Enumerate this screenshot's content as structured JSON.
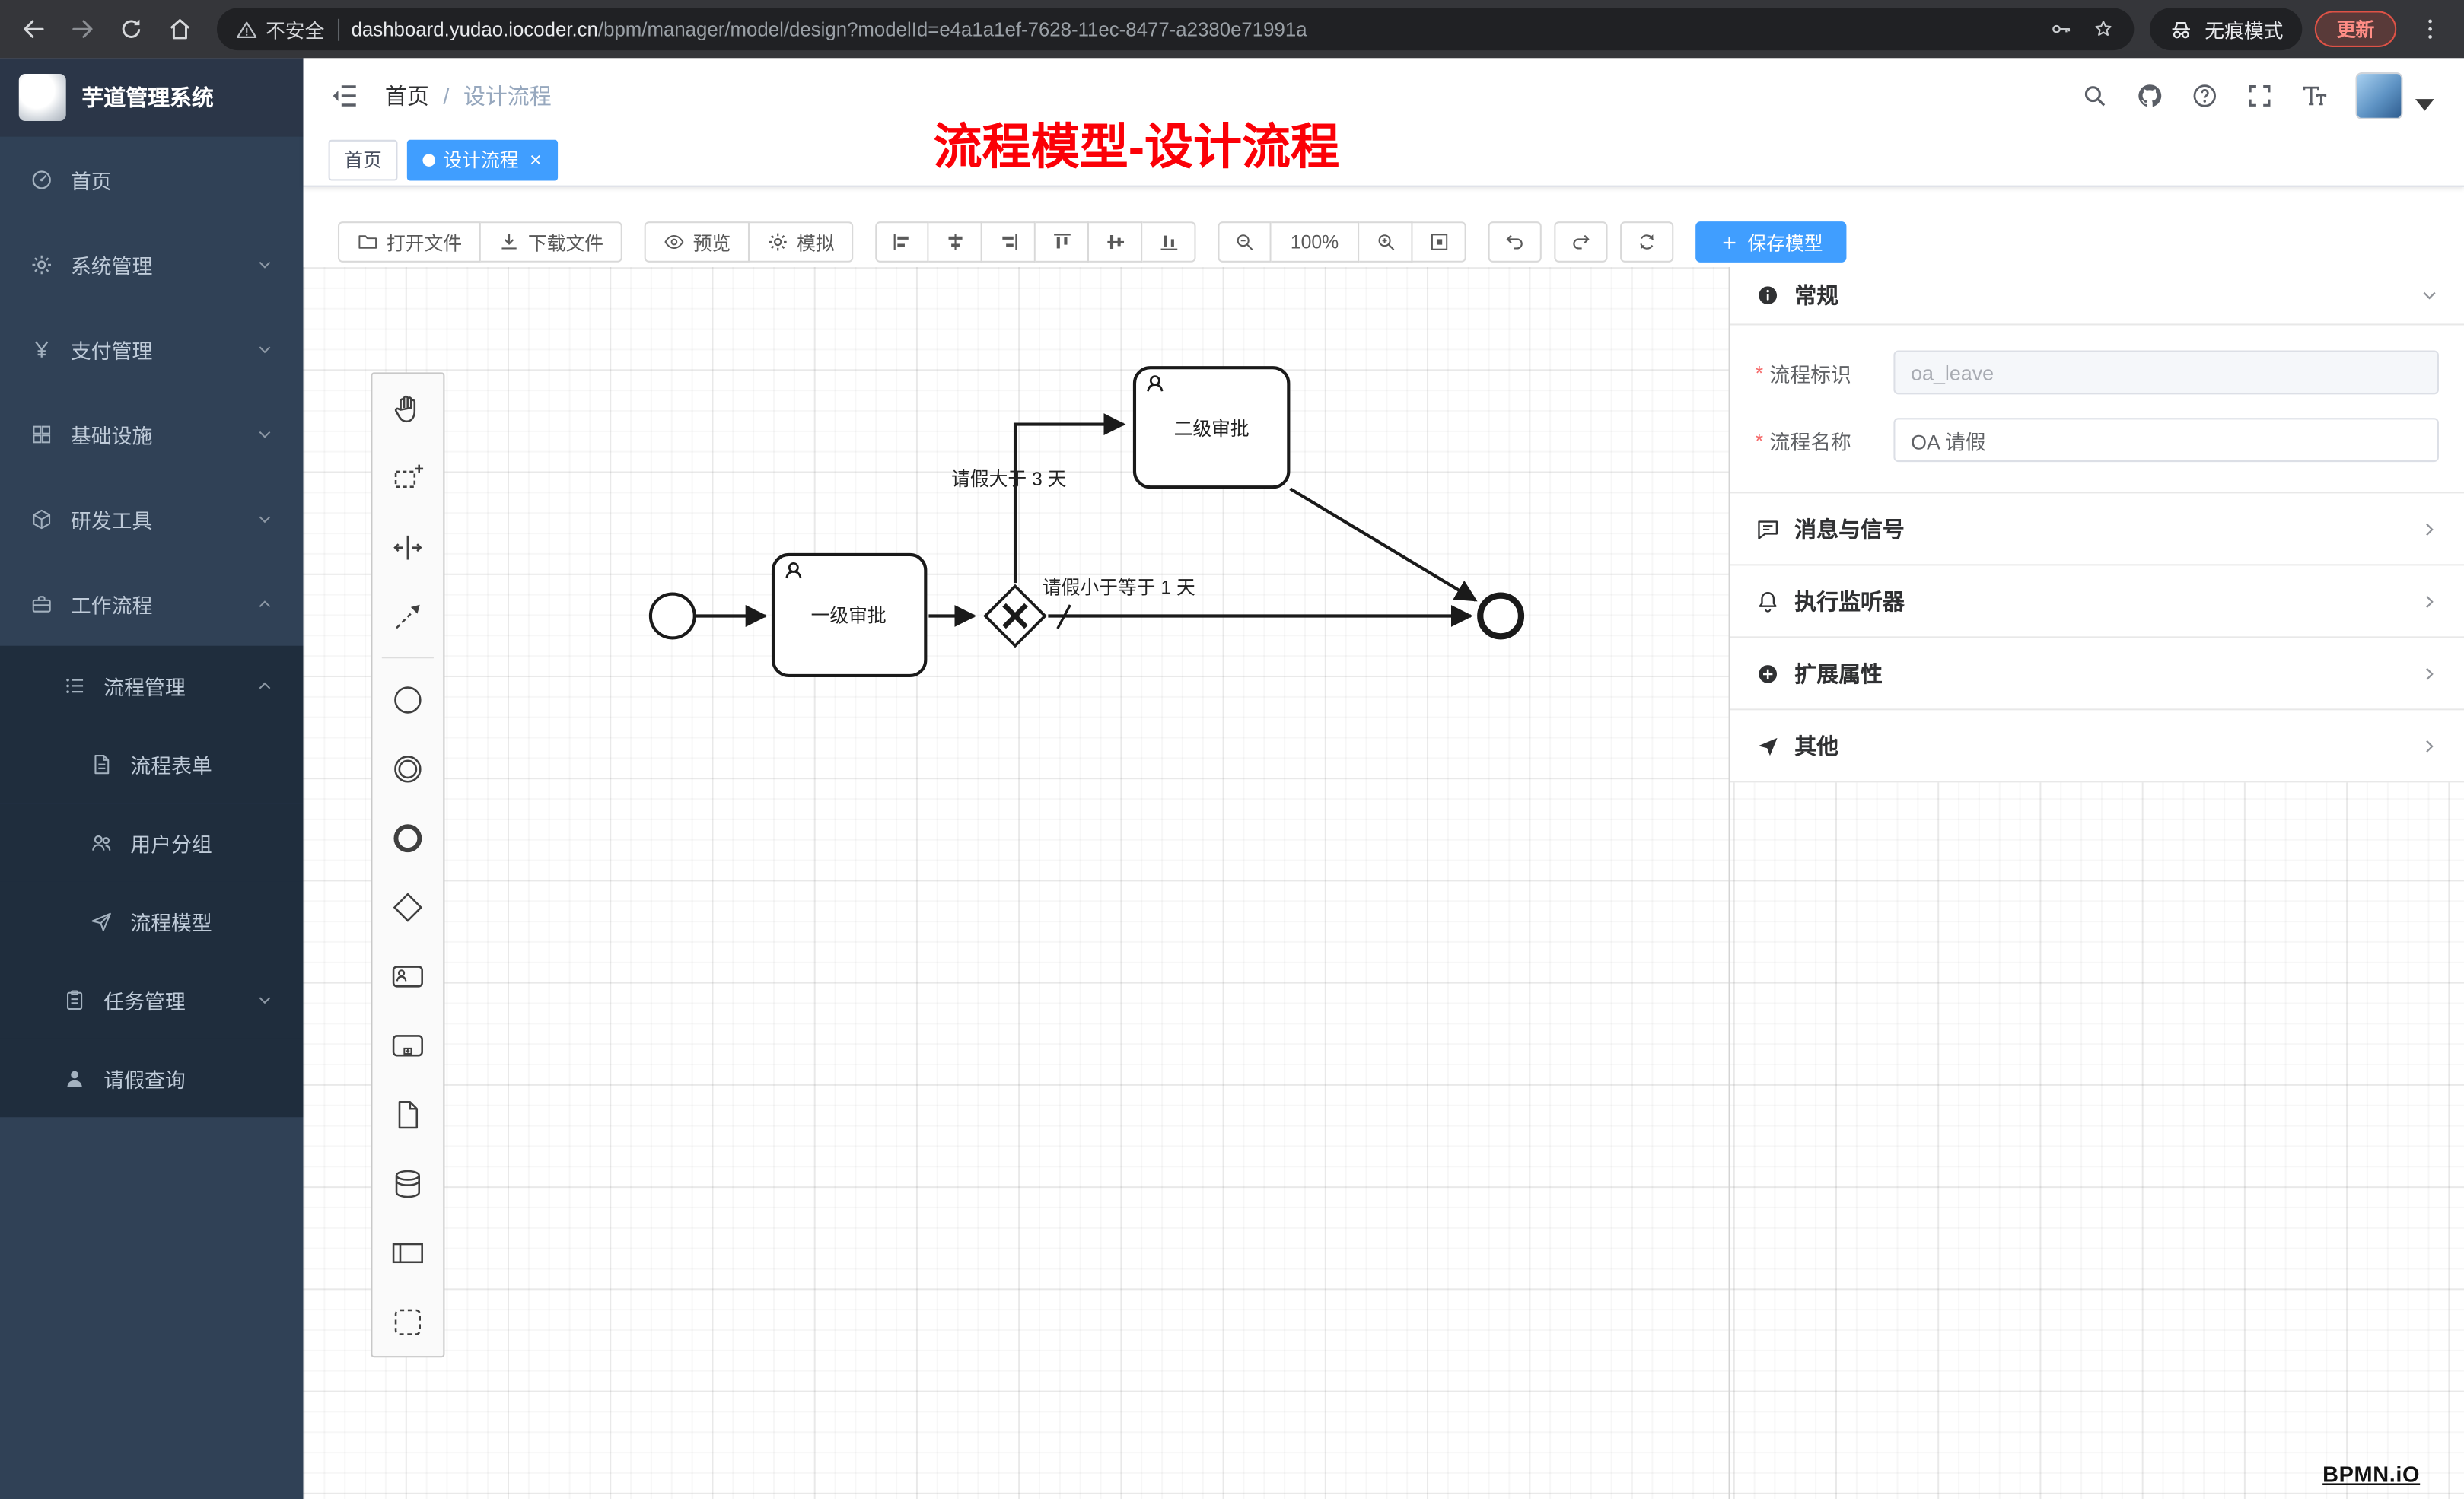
{
  "browser": {
    "security_label": "不安全",
    "url_host": "dashboard.yudao.iocoder.cn",
    "url_path": "/bpm/manager/model/design?modelId=e4a1a1ef-7628-11ec-8477-a2380e71991a",
    "incognito_label": "无痕模式",
    "update_label": "更新"
  },
  "app": {
    "title": "芋道管理系统"
  },
  "sidebar": {
    "items": [
      {
        "label": "首页"
      },
      {
        "label": "系统管理"
      },
      {
        "label": "支付管理"
      },
      {
        "label": "基础设施"
      },
      {
        "label": "研发工具"
      },
      {
        "label": "工作流程"
      },
      {
        "label": "流程管理"
      },
      {
        "label": "流程表单"
      },
      {
        "label": "用户分组"
      },
      {
        "label": "流程模型"
      },
      {
        "label": "任务管理"
      },
      {
        "label": "请假查询"
      }
    ]
  },
  "navbar": {
    "breadcrumb_home": "首页",
    "breadcrumb_separator": "/",
    "breadcrumb_current": "设计流程"
  },
  "tabs": {
    "home": "首页",
    "active": "设计流程",
    "close_glyph": "×"
  },
  "annotation": {
    "text": "流程模型-设计流程"
  },
  "bpmn_toolbar": {
    "open_file": "打开文件",
    "download_file": "下载文件",
    "preview": "预览",
    "simulate": "模拟",
    "zoom_level": "100%",
    "save_model": "保存模型"
  },
  "palette_tools": [
    "hand-tool",
    "lasso-tool",
    "space-tool",
    "global-connect-tool",
    "create-start-event",
    "create-intermediate-event",
    "create-end-event",
    "create-exclusive-gateway",
    "create-user-task",
    "create-subprocess",
    "create-data-object",
    "create-data-store",
    "create-participant",
    "create-group"
  ],
  "diagram": {
    "task_first": "一级审批",
    "task_second": "二级审批",
    "flow_condition_over3days": "请假大于 3 天",
    "flow_condition_under1day": "请假小于等于 1 天",
    "watermark": "BPMN.iO"
  },
  "panel": {
    "section_general": "常规",
    "required_mark": "*",
    "field_process_key": {
      "label": "流程标识",
      "value": "oa_leave"
    },
    "field_process_name": {
      "label": "流程名称",
      "value": "OA 请假"
    },
    "section_message_signal": "消息与信号",
    "section_execution_listener": "执行监听器",
    "section_extension_attrs": "扩展属性",
    "section_other": "其他"
  }
}
